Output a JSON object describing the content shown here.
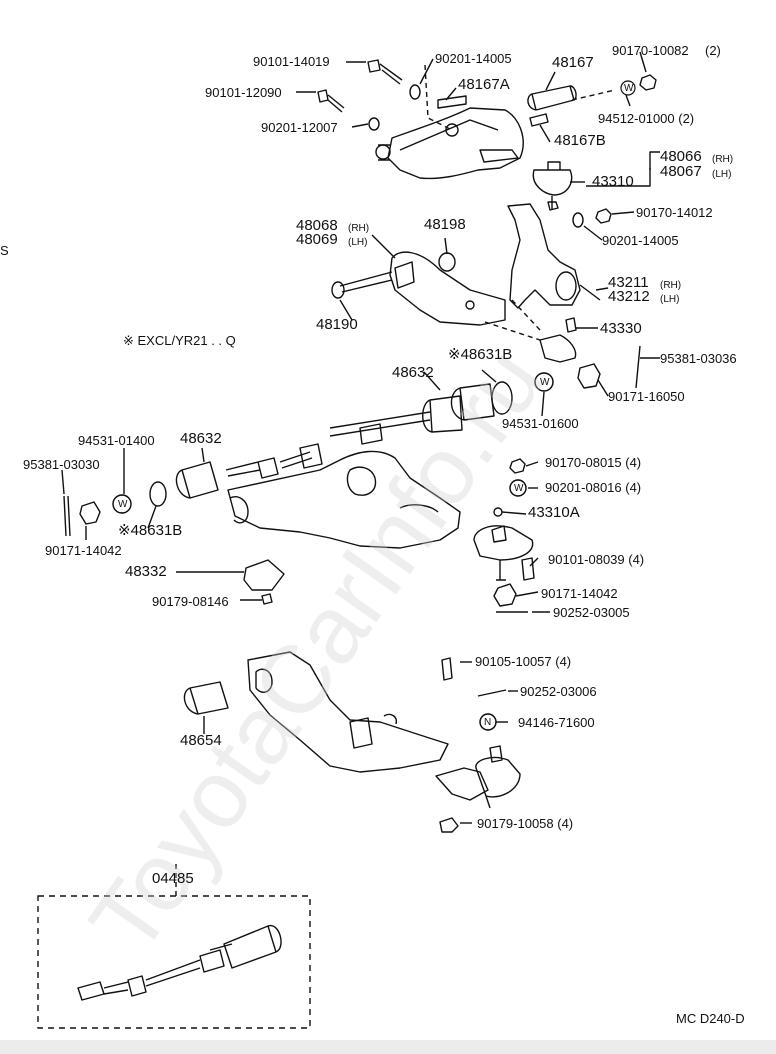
{
  "watermark": "ToyotaCarInfo.ru",
  "note_excl": "※ EXCL/YR21 . . Q",
  "diagram_code": "MC D240-D",
  "margin_mark": "S",
  "parts": {
    "p90101_14019": "90101-14019",
    "p90201_14005a": "90201-14005",
    "p48167": "48167",
    "p90170_10082": "90170-10082",
    "p90170_10082_q": "(2)",
    "p48167A": "48167A",
    "p90101_12090": "90101-12090",
    "p94512_01000": "94512-01000 (2)",
    "p90201_12007": "90201-12007",
    "p48167B": "48167B",
    "p48066": "48066",
    "p48067": "48067",
    "p43310": "43310",
    "p90170_14012": "90170-14012",
    "p48068": "48068",
    "p48069": "48069",
    "p48198": "48198",
    "p90201_14005b": "90201-14005",
    "p43211": "43211",
    "p43212": "43212",
    "p48190": "48190",
    "p43330": "43330",
    "p48631B_top": "※48631B",
    "p48632_top": "48632",
    "p95381_03036": "95381-03036",
    "p90171_16050": "90171-16050",
    "p94531_01600": "94531-01600",
    "p94531_01400": "94531-01400",
    "p48632_left": "48632",
    "p95381_03030": "95381-03030",
    "p90170_08015": "90170-08015 (4)",
    "p90201_08016": "90201-08016 (4)",
    "p48631B_left": "※48631B",
    "p43310A": "43310A",
    "p90171_14042a": "90171-14042",
    "p90101_08039": "90101-08039 (4)",
    "p48332": "48332",
    "p90171_14042b": "90171-14042",
    "p90179_08146": "90179-08146",
    "p90252_03005": "90252-03005",
    "p90105_10057": "90105-10057 (4)",
    "p90252_03006": "90252-03006",
    "p94146_71600": "94146-71600",
    "p48654": "48654",
    "p90179_10058": "90179-10058 (4)",
    "p04485": "04485"
  },
  "side_tags": {
    "rh": "(RH)",
    "lh": "(LH)"
  },
  "symbols": {
    "washer": "W",
    "nut": "N"
  }
}
